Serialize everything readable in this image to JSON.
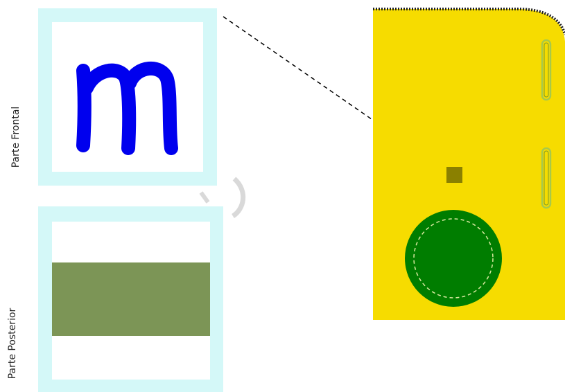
{
  "labels": {
    "front": "Parte Frontal",
    "back": "Parte Posterior"
  },
  "front_card": {
    "letter": "m",
    "letter_color": "#0000ee",
    "frame_color": "#d4f8f8"
  },
  "back_card": {
    "band_color": "#7c9556",
    "frame_color": "#d4f8f8"
  },
  "board": {
    "fill": "#f6dc00",
    "button_color": "#007d00",
    "marker_color": "#8a8000",
    "slot_color": "#a8c94a"
  }
}
